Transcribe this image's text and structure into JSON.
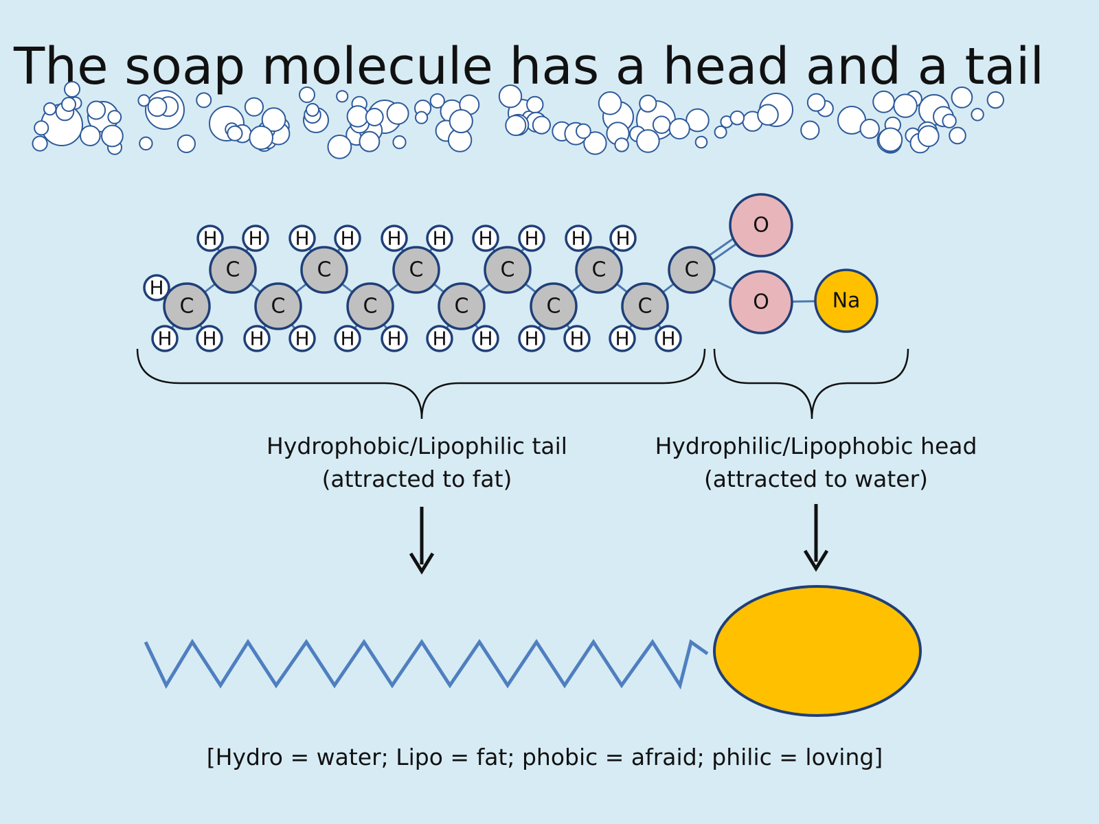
{
  "title": "The soap molecule has a head and a tail",
  "colors": {
    "background": "#d7ebf4",
    "bond": "#4a78b0",
    "atom_outline": "#1f3f78",
    "carbon": "#c0c0c0",
    "hydrogen": "#ffffff",
    "oxygen": "#e8b5ba",
    "sodium": "#ffc000",
    "tail_line": "#4f7fc0",
    "bubble_outline": "#2d5a9b"
  },
  "atoms": {
    "carbon": "C",
    "hydrogen": "H",
    "oxygen": "O",
    "sodium": "Na"
  },
  "labels": {
    "tail_line1": "Hydrophobic/Lipophilic tail",
    "tail_line2": "(attracted to fat)",
    "head_line1": "Hydrophilic/Lipophobic head",
    "head_line2": "(attracted to water)",
    "legend": "[Hydro = water; Lipo = fat; phobic = afraid; philic = loving]"
  },
  "icons": {
    "bubbles": "soap-bubbles-icon",
    "arrow": "down-arrow-icon"
  }
}
